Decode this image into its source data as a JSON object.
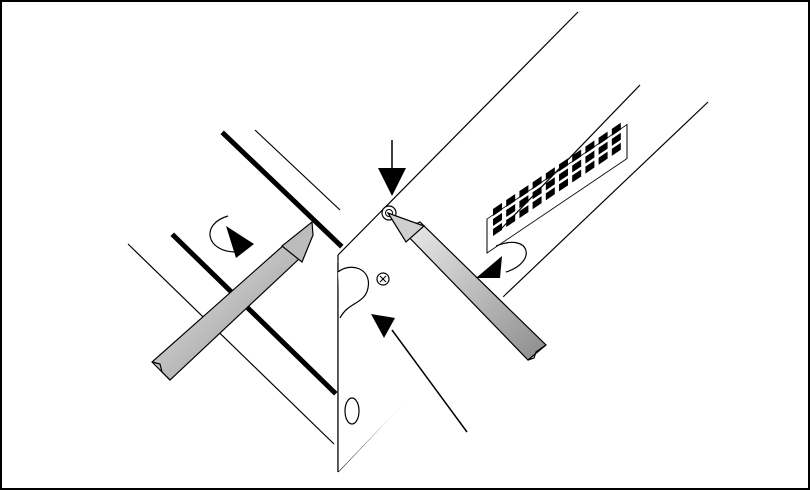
{
  "figure": {
    "icons": {
      "frame": "figure-frame",
      "chassis": "chassis-outline",
      "vent": "vent-grille",
      "bracket": "mounting-bracket",
      "screw": "screw-icon",
      "screwdriver": "screwdriver-icon",
      "arrow": "pointer-arrow",
      "rotation": "rotation-arrow-icon"
    },
    "colors": {
      "line": "#000000",
      "background": "#ffffff",
      "tool_light": "#d8d8d8",
      "tool_dark": "#9a9a9a"
    }
  }
}
